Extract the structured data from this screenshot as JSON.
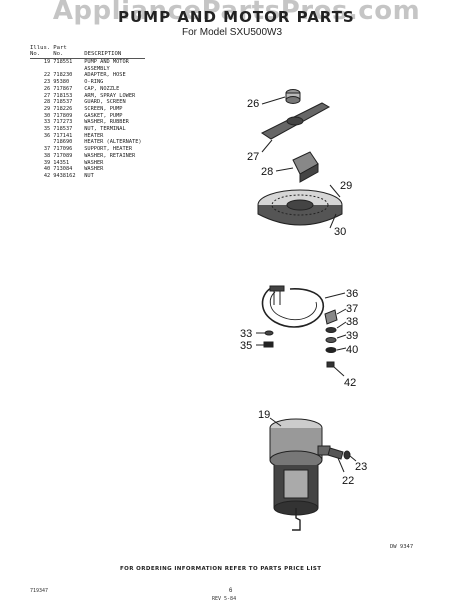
{
  "watermark": "AppliancePartsPros.com",
  "header": {
    "title": "PUMP AND MOTOR PARTS",
    "subtitle": "For Model SXU500W3"
  },
  "table": {
    "headers": {
      "illus_1": "Illus.",
      "illus_2": "No.",
      "part_1": "Part",
      "part_2": "No.",
      "description": "DESCRIPTION"
    },
    "rows": [
      {
        "no": "19",
        "part": "718551",
        "desc": "PUMP AND MOTOR"
      },
      {
        "no": "",
        "part": "",
        "desc": "ASSEMBLY"
      },
      {
        "no": "22",
        "part": "718230",
        "desc": "ADAPTER, HOSE"
      },
      {
        "no": "23",
        "part": "95380",
        "desc": "O-RING"
      },
      {
        "no": "26",
        "part": "717867",
        "desc": "CAP, NOZZLE"
      },
      {
        "no": "27",
        "part": "718153",
        "desc": "ARM, SPRAY LOWER"
      },
      {
        "no": "28",
        "part": "718537",
        "desc": "GUARD, SCREEN"
      },
      {
        "no": "29",
        "part": "718226",
        "desc": "SCREEN, PUMP"
      },
      {
        "no": "30",
        "part": "717809",
        "desc": "GASKET, PUMP"
      },
      {
        "no": "33",
        "part": "717273",
        "desc": "WASHER, RUBBER"
      },
      {
        "no": "35",
        "part": "718537",
        "desc": "NUT, TERMINAL"
      },
      {
        "no": "36",
        "part": "717141",
        "desc": "HEATER"
      },
      {
        "no": "",
        "part": "718690",
        "desc": "HEATER (ALTERNATE)"
      },
      {
        "no": "37",
        "part": "717096",
        "desc": "SUPPORT, HEATER"
      },
      {
        "no": "38",
        "part": "717089",
        "desc": "WASHER, RETAINER"
      },
      {
        "no": "39",
        "part": "14351",
        "desc": "WASHER"
      },
      {
        "no": "40",
        "part": "713084",
        "desc": "WASHER"
      },
      {
        "no": "42",
        "part": "9438162",
        "desc": "NUT"
      }
    ]
  },
  "callouts": {
    "c26": "26",
    "c27": "27",
    "c28": "28",
    "c29": "29",
    "c30": "30",
    "c36": "36",
    "c37": "37",
    "c38": "38",
    "c33": "33",
    "c39": "39",
    "c35": "35",
    "c40": "40",
    "c42": "42",
    "c19": "19",
    "c23": "23",
    "c22": "22"
  },
  "drawing_code": "DW 9347",
  "footer": {
    "left_code": "719347",
    "note": "FOR ORDERING INFORMATION REFER TO PARTS PRICE LIST",
    "page": "6",
    "bottom_code": "REV 5-84"
  }
}
